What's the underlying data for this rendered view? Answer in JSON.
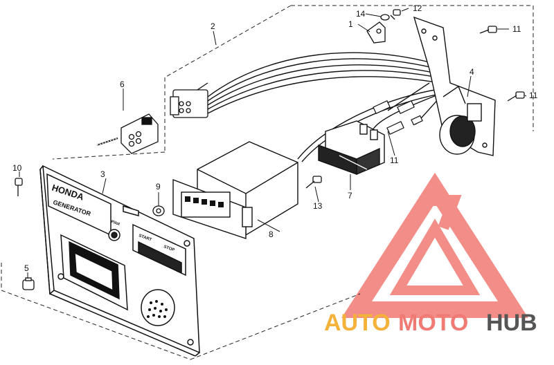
{
  "diagram": {
    "callouts": [
      {
        "id": "c1",
        "label": "1"
      },
      {
        "id": "c2",
        "label": "2"
      },
      {
        "id": "c3",
        "label": "3"
      },
      {
        "id": "c4",
        "label": "4"
      },
      {
        "id": "c5",
        "label": "5"
      },
      {
        "id": "c6",
        "label": "6"
      },
      {
        "id": "c7",
        "label": "7"
      },
      {
        "id": "c8",
        "label": "8"
      },
      {
        "id": "c9",
        "label": "9"
      },
      {
        "id": "c10",
        "label": "10"
      },
      {
        "id": "c11a",
        "label": "11"
      },
      {
        "id": "c11b",
        "label": "11"
      },
      {
        "id": "c11c",
        "label": "11"
      },
      {
        "id": "c12",
        "label": "12"
      },
      {
        "id": "c13",
        "label": "13"
      },
      {
        "id": "c14",
        "label": "14"
      }
    ],
    "panel_text": {
      "brand": "HONDA",
      "model_line": "GENERATOR",
      "pilot": "Pilot",
      "start": "START",
      "stop": "STOP"
    },
    "watermark": {
      "part1": "AUTO",
      "part2": "MOTO",
      "part3": "HUB",
      "color_main": "#f07a74",
      "color_accent": "#f5b23a",
      "color_dark": "#555555"
    }
  }
}
